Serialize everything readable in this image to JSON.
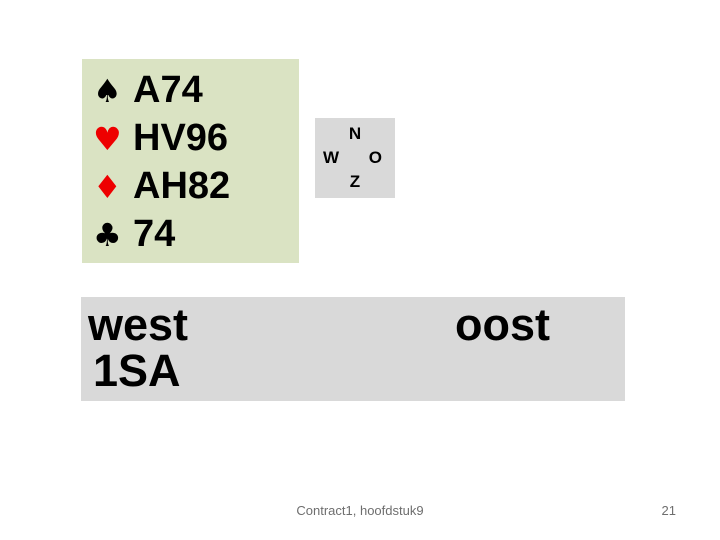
{
  "colors": {
    "slide_background": "#ffffff",
    "hand_box_bg": "#dae3c3",
    "gray_panel_bg": "#d9d9d9",
    "black_suit": "#000000",
    "red_suit": "#ee0000",
    "footer_text": "#6e6e6e"
  },
  "hand_box": {
    "lines": [
      {
        "icon": "spade-icon",
        "suit": "♠",
        "suit_color": "#000000",
        "cards": "A74"
      },
      {
        "icon": "heart-icon",
        "suit": "♥",
        "suit_color": "#ee0000",
        "cards": "HV96"
      },
      {
        "icon": "diamond-icon",
        "suit": "♦",
        "suit_color": "#ee0000",
        "cards": "AH82"
      },
      {
        "icon": "club-icon",
        "suit": "♣",
        "suit_color": "#000000",
        "cards": "74"
      }
    ]
  },
  "compass": {
    "north": "N",
    "west": "W",
    "east": "O",
    "south": "Z"
  },
  "bidding": {
    "west_label": "west",
    "oost_label": "oost",
    "west_bid": "1SA"
  },
  "footer": {
    "text": "Contract1, hoofdstuk9",
    "page_number": "21"
  }
}
